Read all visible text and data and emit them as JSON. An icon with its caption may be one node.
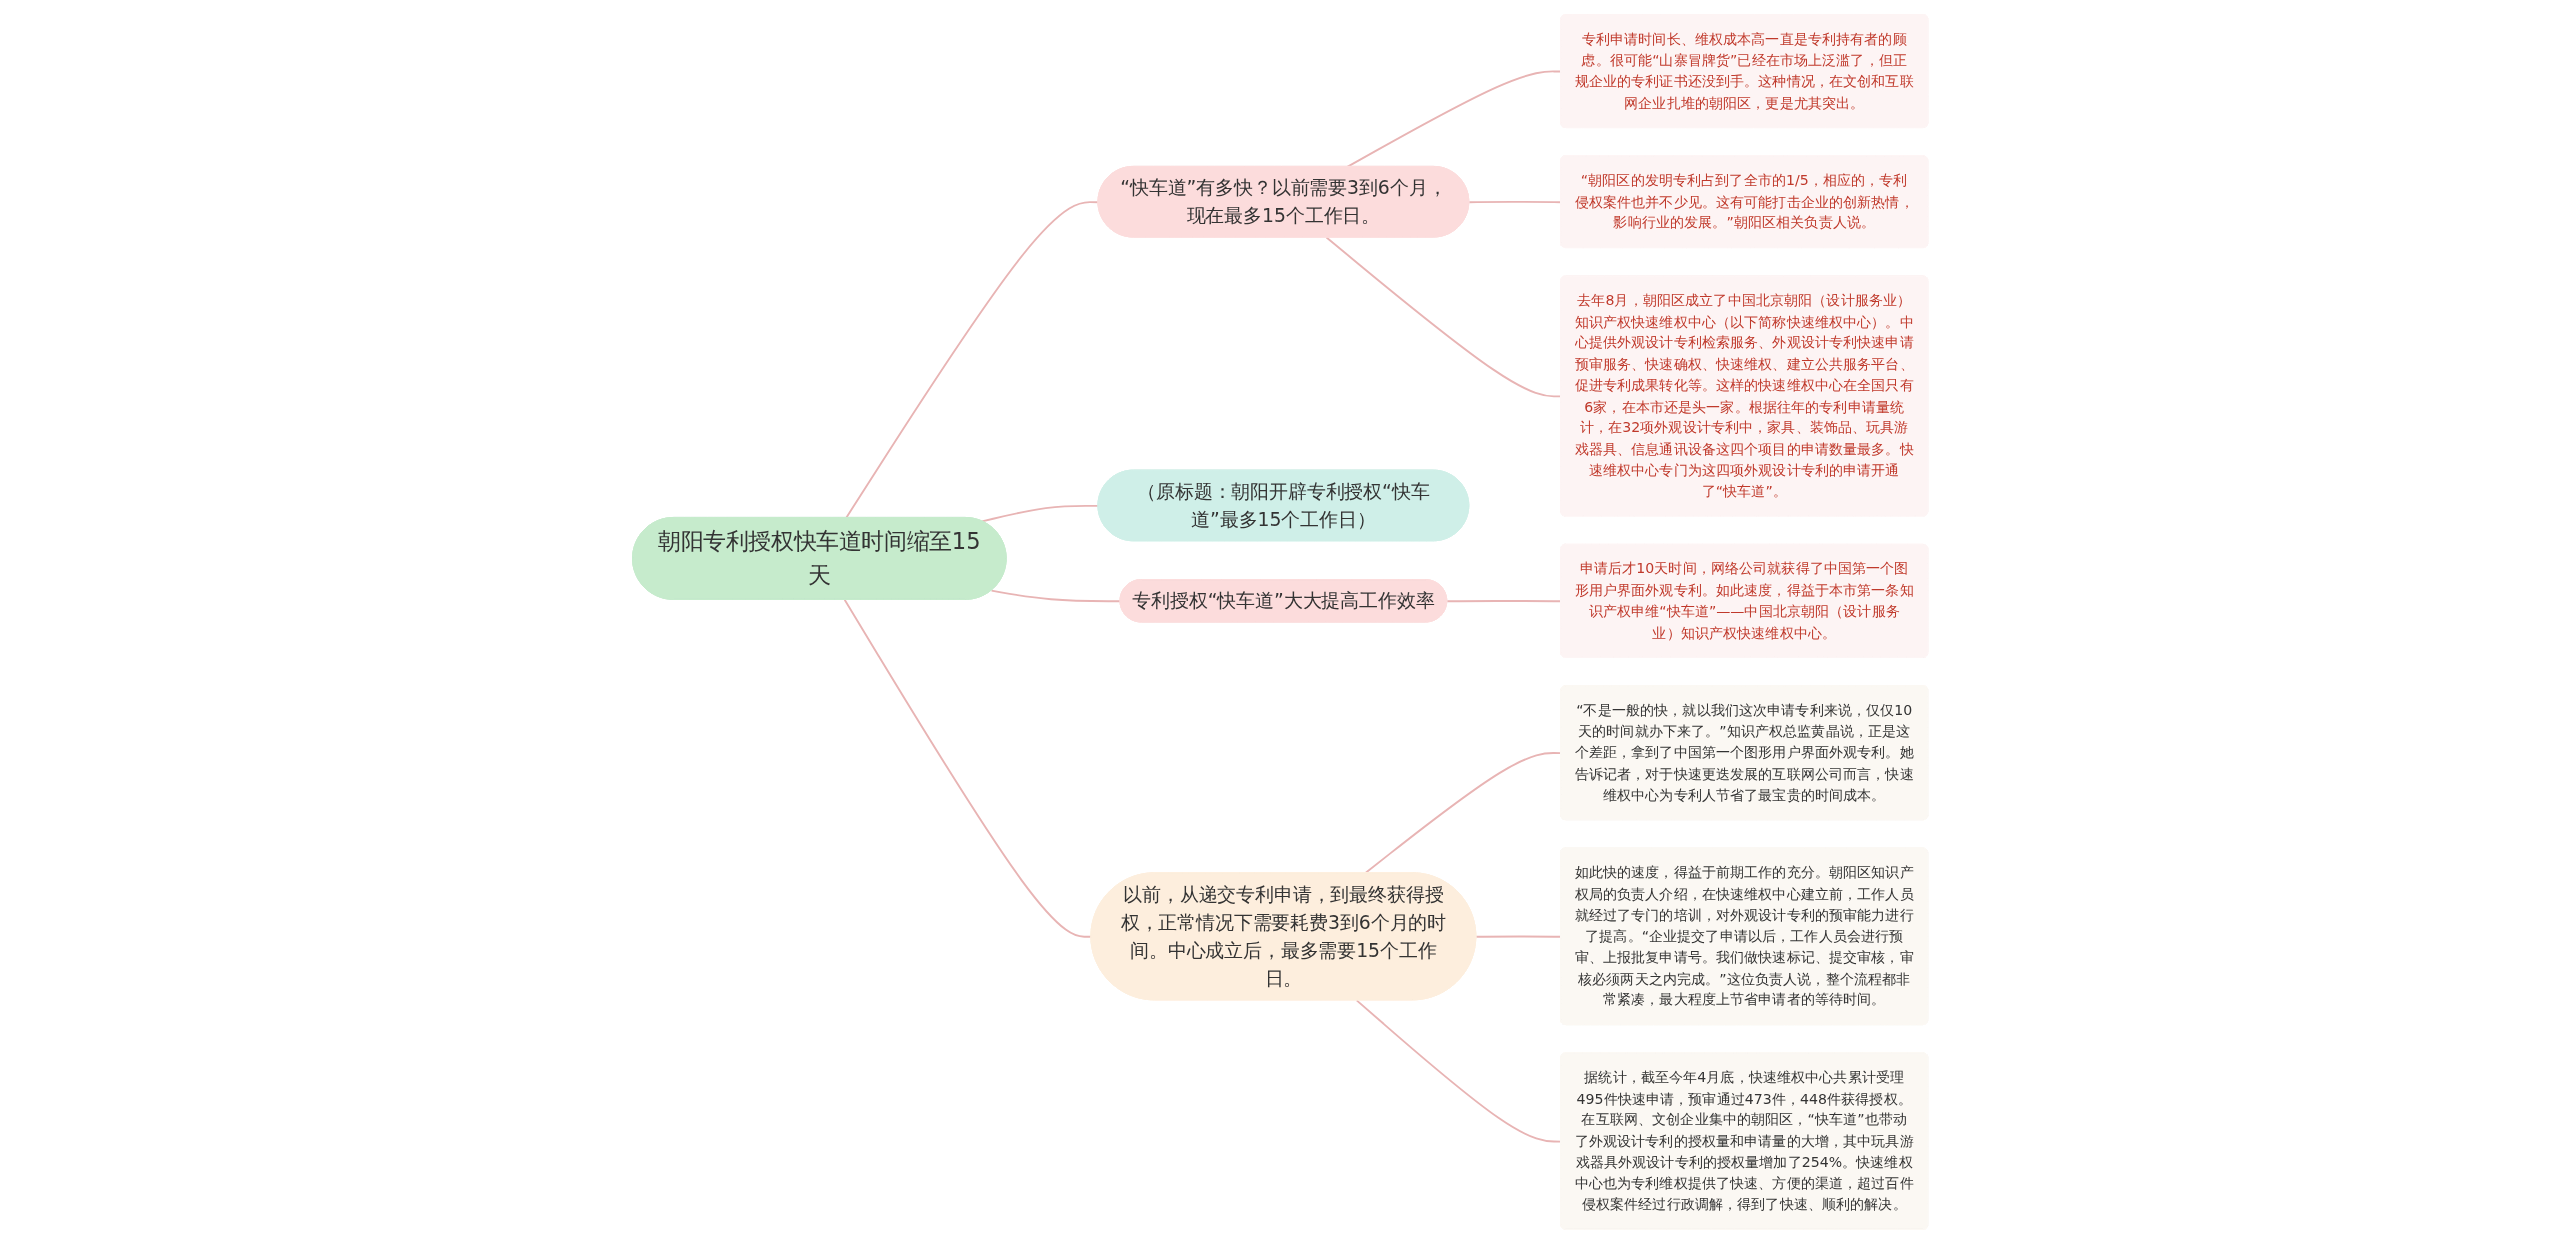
{
  "diagram": {
    "nodes": [
      {
        "text": [
          "朝阳专利授权快车道时间缩至15天"
        ]
      },
      {
        "text": [
          "“快车道”有多快？以前需要3到6个月，现在最多15个工作日。"
        ]
      },
      {
        "text": [
          "专利申请时间长、维权成本高一直是专利持有者的顾虑。很可能“山寨冒牌货”已经在市场上泛滥了，但正规企业的专利证书还没到手。这种情况，在文创和互联网企业扎堆的朝阳区，更是尤其突出。"
        ]
      },
      {
        "text": [
          "“朝阳区的发明专利占到了全市的1/5，相应的，专利侵权案件也并不少见。这有可能打击企业的创新热情，影响行业的发展。”朝阳区相关负责人说。"
        ]
      },
      {
        "text": [
          "去年8月，朝阳区成立了中国北京朝阳（设计服务业）知识产权快速维权中心（以下简称快速维权中心）。中心提供外观设计专利检索服务、外观设计专利快速申请预审服务、快速确权、快速维权、建立公共服务平台、促进专利成果转化等。这样的快速维权中心在全国只有6家，在本市还是头一家。根据往年的专利申请量统计，在32项外观设计专利中，家具、装饰品、玩具游戏器具、信息通讯设备这四个项目的申请数量最多。快速维权中心专门为这四项外观设计专利的申请开通了“快车道”。"
        ]
      },
      {
        "text": [
          "（原标题：朝阳开辟专利授权“快车道”最多15个工作日）"
        ]
      },
      {
        "text": [
          "专利授权“快车道”大大提高工作效率"
        ]
      },
      {
        "text": [
          "申请后才10天时间，网络公司就获得了中国第一个图形用户界面外观专利。如此速度，得益于本市第一条知识产权申维“快车道”——中国北京朝阳（设计服务业）知识产权快速维权中心。"
        ]
      },
      {
        "text": [
          "以前，从递交专利申请，到最终获得授权，正常情况下需要耗费3到6个月的时间。中心成立后，最多需要15个工作日。"
        ]
      },
      {
        "text": [
          "“不是一般的快，就以我们这次申请专利来说，仅仅10天的时间就办下来了。”知识产权总监黄晶说，正是这个差距，拿到了中国第一个图形用户界面外观专利。她告诉记者，对于快速更迭发展的互联网公司而言，快速维权中心为专利人节省了最宝贵的时间成本。"
        ]
      },
      {
        "text": [
          "如此快的速度，得益于前期工作的充分。朝阳区知识产权局的负责人介绍，在快速维权中心建立前，工作人员就经过了专门的培训，对外观设计专利的预审能力进行了提高。“企业提交了申请以后，工作人员会进行预审、上报批复申请号。我们做快速标记、提交审核，审核必须两天之内完成。”这位负责人说，整个流程都非常紧凑，最大程度上节省申请者的等待时间。"
        ]
      },
      {
        "text": [
          "据统计，截至今年4月底，快速维权中心共累计受理495件快速申请，预审通过473件，448件获得授权。在互联网、文创企业集中的朝阳区，“快车道”也带动了外观设计专利的授权量和申请量的大增，其中玩具游戏器具外观设计专利的授权量增加了254%。快速维权中心也为专利维权提供了快速、方便的渠道，超过百件侵权案件经过行政调解，得到了快速、顺利的解决。"
        ]
      }
    ],
    "edges": [
      {
        "from": 0,
        "to": 1,
        "arrow": "none"
      },
      {
        "from": 1,
        "to": 2,
        "arrow": "none"
      },
      {
        "from": 1,
        "to": 3,
        "arrow": "none"
      },
      {
        "from": 1,
        "to": 4,
        "arrow": "none"
      },
      {
        "from": 0,
        "to": 5,
        "arrow": "none"
      },
      {
        "from": 0,
        "to": 6,
        "arrow": "none"
      },
      {
        "from": 6,
        "to": 7,
        "arrow": "none"
      },
      {
        "from": 0,
        "to": 8,
        "arrow": "none"
      },
      {
        "from": 8,
        "to": 9,
        "arrow": "none"
      },
      {
        "from": 8,
        "to": 10,
        "arrow": "none"
      },
      {
        "from": 8,
        "to": 11,
        "arrow": "none"
      }
    ]
  }
}
